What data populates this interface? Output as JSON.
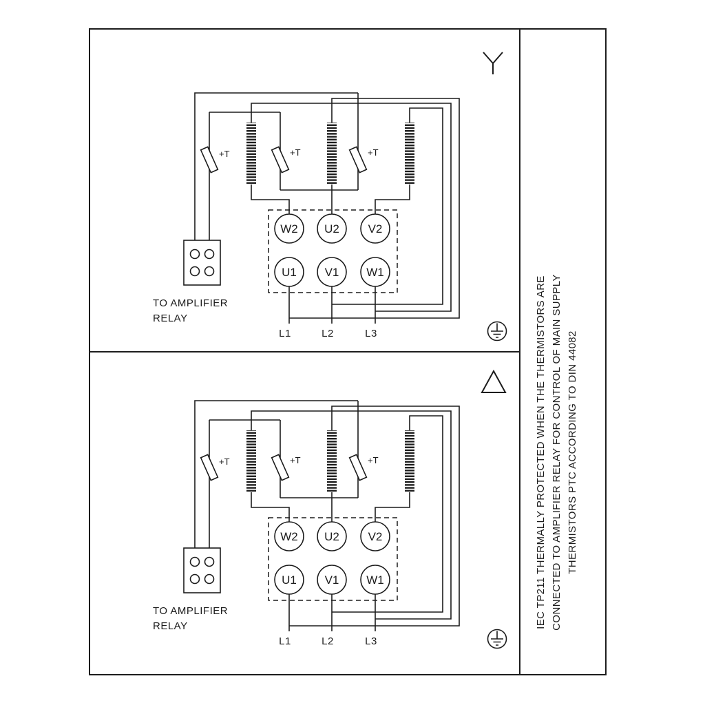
{
  "note_column": {
    "line1": "IEC TP211 THERMALLY PROTECTED WHEN THE THERMISTORS ARE",
    "line2": "CONNECTED TO AMPLIFIER RELAY FOR CONTROL OF MAIN SUPPLY",
    "line3": "THERMISTORS PTC ACCORDING TO DIN 44082"
  },
  "diagram": {
    "terminals": {
      "w2": "W2",
      "u2": "U2",
      "v2": "V2",
      "u1": "U1",
      "v1": "V1",
      "w1": "W1"
    },
    "mains": {
      "l1": "L1",
      "l2": "L2",
      "l3": "L3"
    },
    "relay_caption_line1": "TO AMPLIFIER",
    "relay_caption_line2": "RELAY",
    "thermistor_label": "+T"
  },
  "symbols": {
    "top_panel": "star-connection",
    "bottom_panel": "delta-connection",
    "earth": "protective-earth"
  },
  "colors": {
    "line": "#1c1c1c",
    "background": "#ffffff"
  }
}
